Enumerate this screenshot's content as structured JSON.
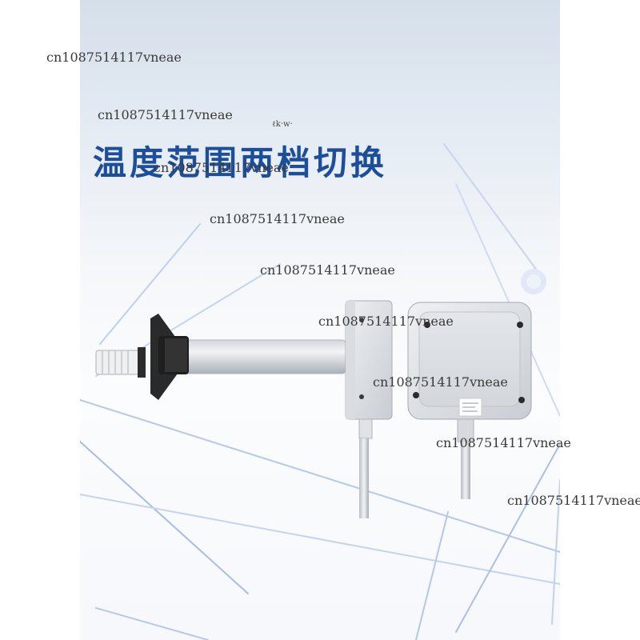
{
  "headline": "温度范围两档切换",
  "small_mark": "ℓk·w·",
  "watermark": "cn1087514117vneae"
}
